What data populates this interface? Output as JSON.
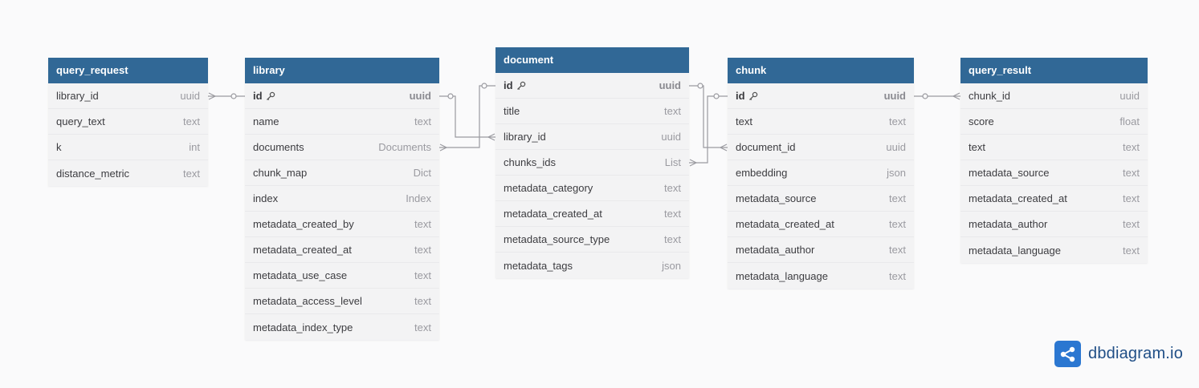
{
  "tables": [
    {
      "name": "query_request",
      "fields": [
        {
          "name": "library_id",
          "type": "uuid"
        },
        {
          "name": "query_text",
          "type": "text"
        },
        {
          "name": "k",
          "type": "int"
        },
        {
          "name": "distance_metric",
          "type": "text"
        }
      ]
    },
    {
      "name": "library",
      "fields": [
        {
          "name": "id",
          "type": "uuid",
          "pk": true
        },
        {
          "name": "name",
          "type": "text"
        },
        {
          "name": "documents",
          "type": "Documents"
        },
        {
          "name": "chunk_map",
          "type": "Dict"
        },
        {
          "name": "index",
          "type": "Index"
        },
        {
          "name": "metadata_created_by",
          "type": "text"
        },
        {
          "name": "metadata_created_at",
          "type": "text"
        },
        {
          "name": "metadata_use_case",
          "type": "text"
        },
        {
          "name": "metadata_access_level",
          "type": "text"
        },
        {
          "name": "metadata_index_type",
          "type": "text"
        }
      ]
    },
    {
      "name": "document",
      "fields": [
        {
          "name": "id",
          "type": "uuid",
          "pk": true
        },
        {
          "name": "title",
          "type": "text"
        },
        {
          "name": "library_id",
          "type": "uuid"
        },
        {
          "name": "chunks_ids",
          "type": "List"
        },
        {
          "name": "metadata_category",
          "type": "text"
        },
        {
          "name": "metadata_created_at",
          "type": "text"
        },
        {
          "name": "metadata_source_type",
          "type": "text"
        },
        {
          "name": "metadata_tags",
          "type": "json"
        }
      ]
    },
    {
      "name": "chunk",
      "fields": [
        {
          "name": "id",
          "type": "uuid",
          "pk": true
        },
        {
          "name": "text",
          "type": "text"
        },
        {
          "name": "document_id",
          "type": "uuid"
        },
        {
          "name": "embedding",
          "type": "json"
        },
        {
          "name": "metadata_source",
          "type": "text"
        },
        {
          "name": "metadata_created_at",
          "type": "text"
        },
        {
          "name": "metadata_author",
          "type": "text"
        },
        {
          "name": "metadata_language",
          "type": "text"
        }
      ]
    },
    {
      "name": "query_result",
      "fields": [
        {
          "name": "chunk_id",
          "type": "uuid"
        },
        {
          "name": "score",
          "type": "float"
        },
        {
          "name": "text",
          "type": "text"
        },
        {
          "name": "metadata_source",
          "type": "text"
        },
        {
          "name": "metadata_created_at",
          "type": "text"
        },
        {
          "name": "metadata_author",
          "type": "text"
        },
        {
          "name": "metadata_language",
          "type": "text"
        }
      ]
    }
  ],
  "relationships": [
    {
      "from": "query_request.library_id",
      "to": "library.id"
    },
    {
      "from": "library.documents",
      "to": "document.id"
    },
    {
      "from": "document.library_id",
      "to": "library.id"
    },
    {
      "from": "document.chunks_ids",
      "to": "chunk.id"
    },
    {
      "from": "chunk.document_id",
      "to": "document.id"
    },
    {
      "from": "query_result.chunk_id",
      "to": "chunk.id"
    }
  ],
  "brand": {
    "name": "dbdiagram.io"
  },
  "colors": {
    "header": "#316896",
    "body": "#f3f3f4",
    "background": "#fafafb",
    "link": "#9a9aa0",
    "logo": "#2b77d1"
  }
}
